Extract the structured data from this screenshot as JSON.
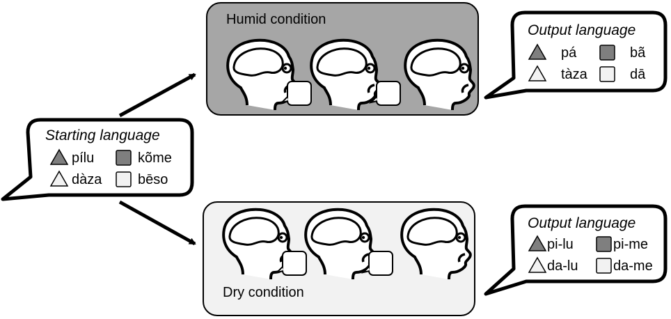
{
  "starting_language": {
    "title": "Starting language",
    "words": [
      {
        "shape": "triangle",
        "shade": "dark",
        "text": "pílu"
      },
      {
        "shape": "square",
        "shade": "dark",
        "text": "kõme"
      },
      {
        "shape": "triangle",
        "shade": "light",
        "text": "dàza"
      },
      {
        "shape": "square",
        "shade": "light",
        "text": "bēso"
      }
    ]
  },
  "humid_condition": {
    "label": "Humid condition",
    "output_title": "Output language",
    "words": [
      {
        "shape": "triangle",
        "shade": "dark",
        "text": "pá"
      },
      {
        "shape": "square",
        "shade": "dark",
        "text": "bã"
      },
      {
        "shape": "triangle",
        "shade": "light",
        "text": "tàza"
      },
      {
        "shape": "square",
        "shade": "light",
        "text": "dā"
      }
    ]
  },
  "dry_condition": {
    "label": "Dry condition",
    "output_title": "Output language",
    "words": [
      {
        "shape": "triangle",
        "shade": "dark",
        "text": "pi-lu"
      },
      {
        "shape": "square",
        "shade": "dark",
        "text": "pi-me"
      },
      {
        "shape": "triangle",
        "shade": "light",
        "text": "da-lu"
      },
      {
        "shape": "square",
        "shade": "light",
        "text": "da-me"
      }
    ]
  },
  "colors": {
    "humid_box": "#a6a6a6",
    "dry_box": "#f2f2f2",
    "dark_shape": "#7f7f7f",
    "light_shape": "#f2f2f2",
    "stroke": "#000000"
  }
}
